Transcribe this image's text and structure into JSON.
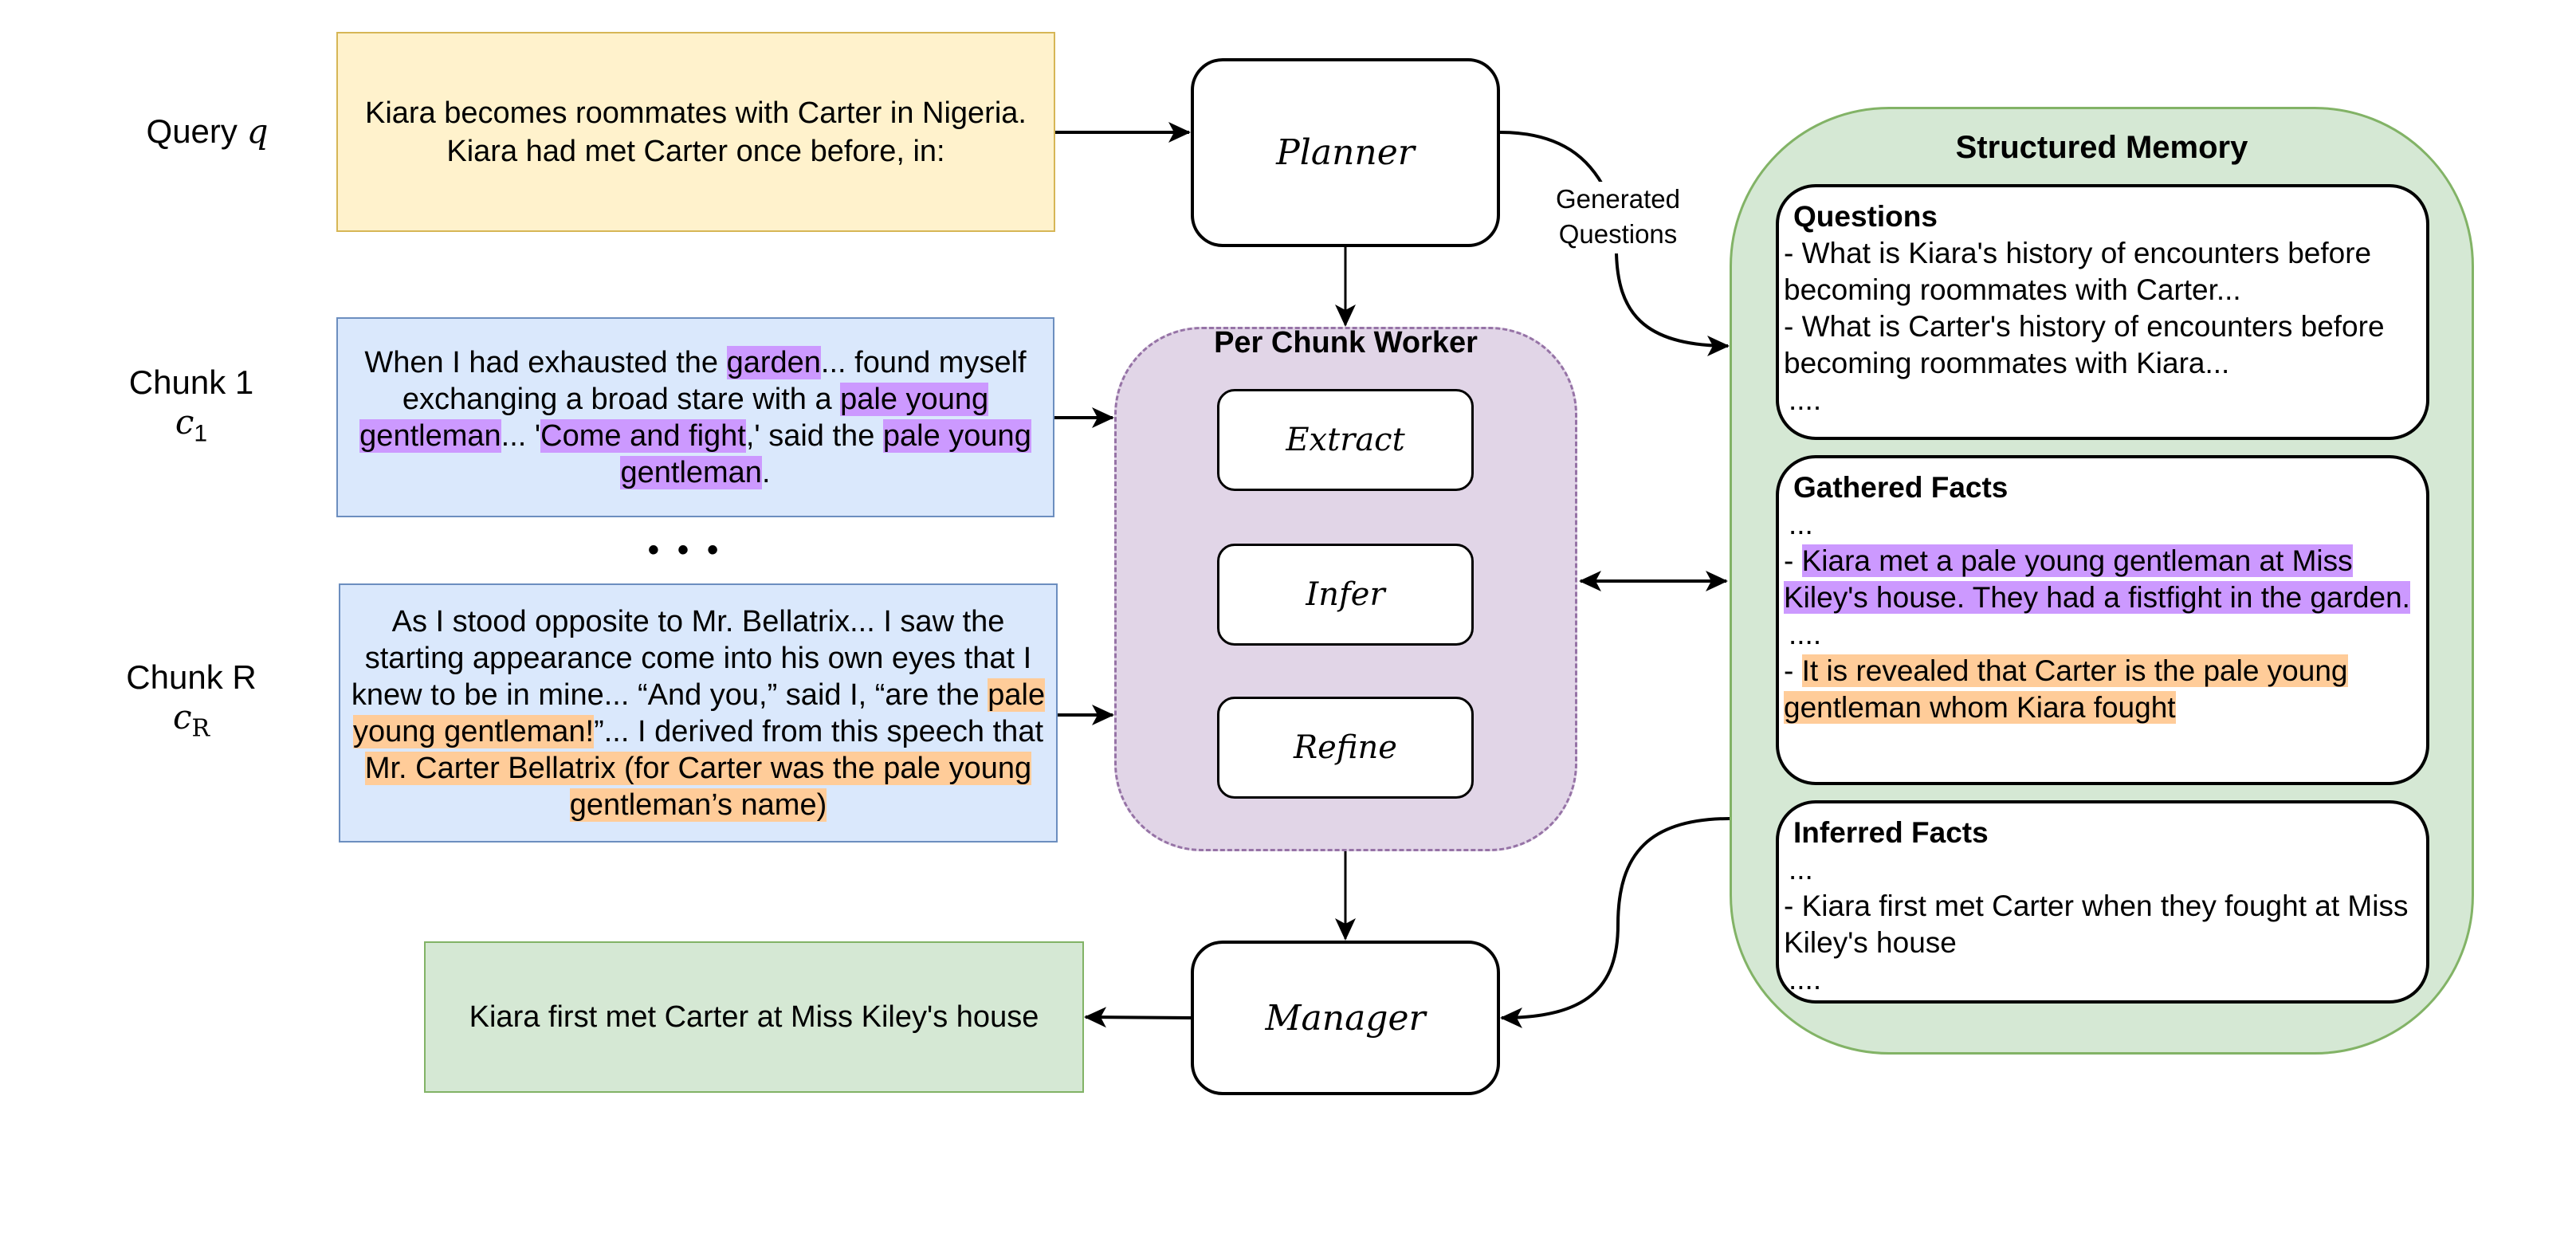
{
  "labels": {
    "query": {
      "text": "Query",
      "symbol": "q"
    },
    "chunk_1": {
      "text": "Chunk 1",
      "symbol": "c",
      "subscript": "1"
    },
    "chunk_r": {
      "text": "Chunk R",
      "symbol": "c",
      "subscript": "R"
    },
    "ellipsis": "• • •"
  },
  "query_box": {
    "lines": [
      "Kiara becomes roommates with Carter in Nigeria.",
      "Kiara had met Carter once before, in:"
    ]
  },
  "chunk_1_box": {
    "segments": [
      {
        "text": "When I had exhausted the ",
        "highlight": null
      },
      {
        "text": "garden",
        "highlight": "purple"
      },
      {
        "text": "... found myself exchanging a broad stare with a ",
        "highlight": null
      },
      {
        "text": "pale young gentleman",
        "highlight": "purple"
      },
      {
        "text": "... '",
        "highlight": null
      },
      {
        "text": "Come and fight",
        "highlight": "purple"
      },
      {
        "text": ",' said the ",
        "highlight": null
      },
      {
        "text": "pale young gentleman",
        "highlight": "purple"
      },
      {
        "text": ".",
        "highlight": null
      }
    ]
  },
  "chunk_r_box": {
    "segments": [
      {
        "text": "As I stood opposite to Mr. Bellatrix... I saw the starting appearance come into his own eyes that I knew to be in mine... “And you,” said I, “are the ",
        "highlight": null
      },
      {
        "text": "pale young gentleman!",
        "highlight": "orange"
      },
      {
        "text": "”... I derived from this speech that ",
        "highlight": null
      },
      {
        "text": "Mr. Carter Bellatrix (for Carter was the pale young gentleman’s name)",
        "highlight": "orange"
      }
    ]
  },
  "nodes": {
    "planner": "Planner",
    "manager": "Manager",
    "worker_title": "Per Chunk Worker",
    "extract": "Extract",
    "infer": "Infer",
    "refine": "Refine"
  },
  "edge_labels": {
    "generated_questions": [
      "Generated",
      "Questions"
    ]
  },
  "memory": {
    "title": "Structured Memory",
    "questions": {
      "heading": "Questions",
      "items": [
        "- What is Kiara's history of encounters before becoming roommates with Carter...",
        "- What is Carter's history of encounters before becoming roommates with Kiara...",
        "...."
      ]
    },
    "gathered_facts": {
      "heading": "Gathered Facts",
      "items": [
        {
          "prefix": "...",
          "text": "",
          "highlight": null
        },
        {
          "prefix": "- ",
          "text": "Kiara met a pale young gentleman at Miss Kiley's house. They had a fistfight in the garden.",
          "highlight": "purple"
        },
        {
          "prefix": "....",
          "text": "",
          "highlight": null
        },
        {
          "prefix": "- ",
          "text": "It is revealed that Carter is the pale young gentleman whom Kiara fought",
          "highlight": "orange"
        }
      ]
    },
    "inferred_facts": {
      "heading": "Inferred Facts",
      "items": [
        "...",
        "- Kiara first met Carter when they fought at Miss Kiley's house",
        "...."
      ]
    }
  },
  "answer_box": {
    "text": "Kiara first met Carter at Miss Kiley's house"
  },
  "colors": {
    "query_fill": "#fff2cc",
    "chunk_fill": "#dae8fc",
    "worker_fill": "#e1d5e7",
    "memory_fill": "#d5e8d4",
    "highlight_purple": "#cc99ff",
    "highlight_orange": "#ffcc99"
  }
}
